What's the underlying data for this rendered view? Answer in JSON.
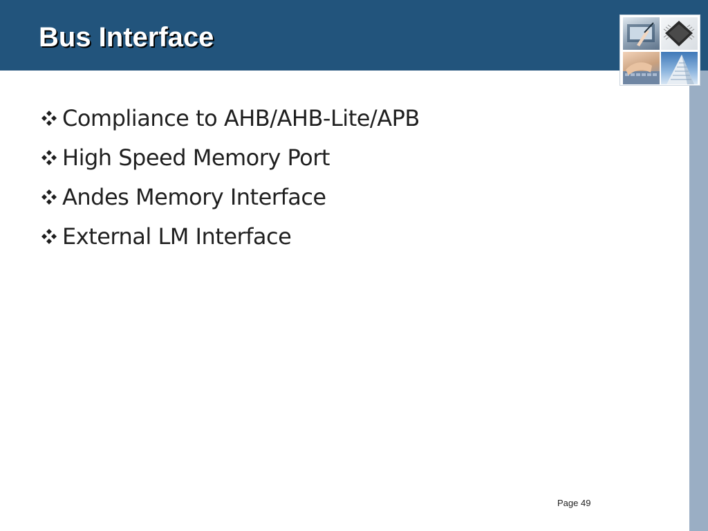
{
  "slide": {
    "title": "Bus Interface",
    "bullets": [
      {
        "text": "Compliance to AHB/AHB-Lite/APB",
        "icon": "diamond-bullet-icon"
      },
      {
        "text": "High Speed Memory Port",
        "icon": "diamond-bullet-icon"
      },
      {
        "text": "Andes Memory Interface",
        "icon": "diamond-bullet-icon"
      },
      {
        "text": "External LM Interface",
        "icon": "diamond-bullet-icon"
      }
    ],
    "page_label": "Page 49"
  },
  "header": {
    "decorative_tiles": [
      {
        "icon": "hand-writing-photo-icon"
      },
      {
        "icon": "microchip-photo-icon"
      },
      {
        "icon": "keyboard-typing-photo-icon"
      },
      {
        "icon": "skyscraper-photo-icon"
      }
    ]
  },
  "colors": {
    "header_band": "#22547c",
    "side_strip": "#9aaec4",
    "title_text": "#ffffff",
    "body_text": "#1f1f1f"
  }
}
